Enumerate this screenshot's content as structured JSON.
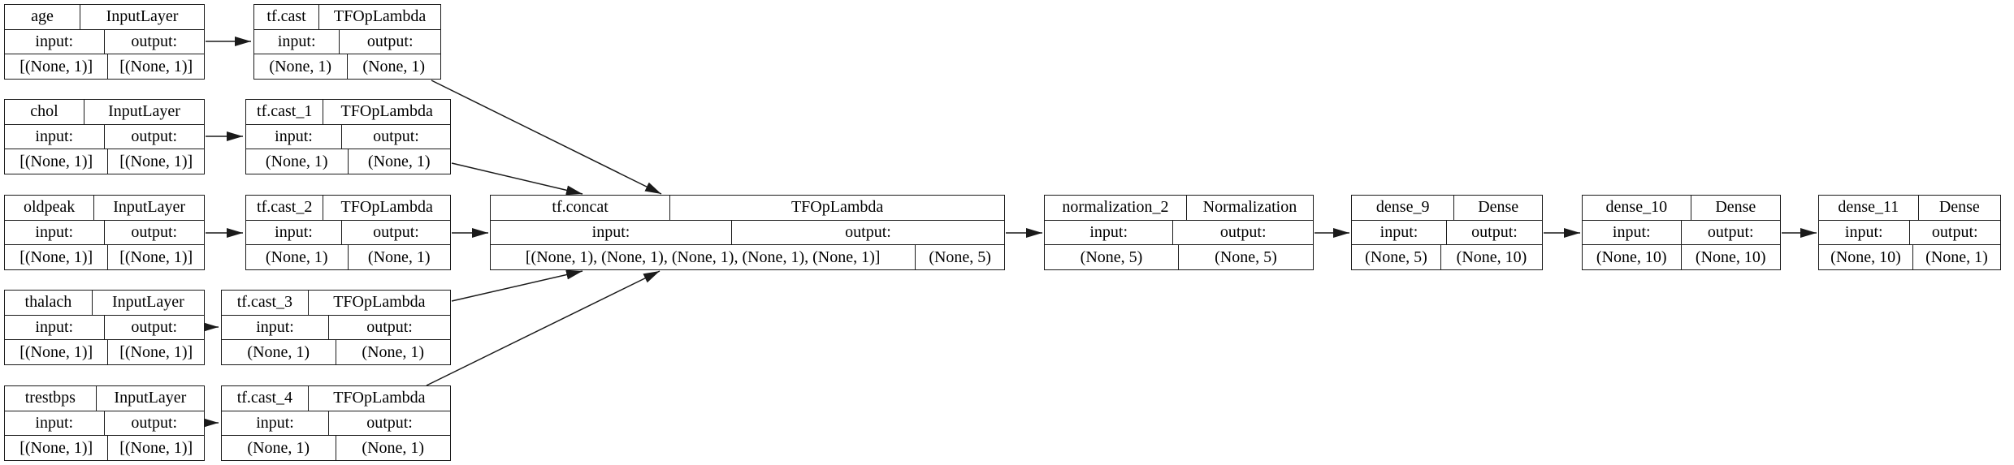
{
  "diagram": {
    "kind": "keras-model-architecture-plot",
    "labels": {
      "input": "input:",
      "output": "output:"
    },
    "colors": {
      "border": "#1a1a1a",
      "background": "#ffffff",
      "text": "#000000"
    },
    "nodes": [
      {
        "id": "age",
        "name": "age",
        "class_name": "InputLayer",
        "input_shape": "[(None, 1)]",
        "output_shape": "[(None, 1)]"
      },
      {
        "id": "tf.cast",
        "name": "tf.cast",
        "class_name": "TFOpLambda",
        "input_shape": "(None, 1)",
        "output_shape": "(None, 1)"
      },
      {
        "id": "chol",
        "name": "chol",
        "class_name": "InputLayer",
        "input_shape": "[(None, 1)]",
        "output_shape": "[(None, 1)]"
      },
      {
        "id": "tf.cast_1",
        "name": "tf.cast_1",
        "class_name": "TFOpLambda",
        "input_shape": "(None, 1)",
        "output_shape": "(None, 1)"
      },
      {
        "id": "oldpeak",
        "name": "oldpeak",
        "class_name": "InputLayer",
        "input_shape": "[(None, 1)]",
        "output_shape": "[(None, 1)]"
      },
      {
        "id": "tf.cast_2",
        "name": "tf.cast_2",
        "class_name": "TFOpLambda",
        "input_shape": "(None, 1)",
        "output_shape": "(None, 1)"
      },
      {
        "id": "thalach",
        "name": "thalach",
        "class_name": "InputLayer",
        "input_shape": "[(None, 1)]",
        "output_shape": "[(None, 1)]"
      },
      {
        "id": "tf.cast_3",
        "name": "tf.cast_3",
        "class_name": "TFOpLambda",
        "input_shape": "(None, 1)",
        "output_shape": "(None, 1)"
      },
      {
        "id": "trestbps",
        "name": "trestbps",
        "class_name": "InputLayer",
        "input_shape": "[(None, 1)]",
        "output_shape": "[(None, 1)]"
      },
      {
        "id": "tf.cast_4",
        "name": "tf.cast_4",
        "class_name": "TFOpLambda",
        "input_shape": "(None, 1)",
        "output_shape": "(None, 1)"
      },
      {
        "id": "tf.concat",
        "name": "tf.concat",
        "class_name": "TFOpLambda",
        "input_shape": "[(None, 1), (None, 1), (None, 1), (None, 1), (None, 1)]",
        "output_shape": "(None, 5)"
      },
      {
        "id": "normalization_2",
        "name": "normalization_2",
        "class_name": "Normalization",
        "input_shape": "(None, 5)",
        "output_shape": "(None, 5)"
      },
      {
        "id": "dense_9",
        "name": "dense_9",
        "class_name": "Dense",
        "input_shape": "(None, 5)",
        "output_shape": "(None, 10)"
      },
      {
        "id": "dense_10",
        "name": "dense_10",
        "class_name": "Dense",
        "input_shape": "(None, 10)",
        "output_shape": "(None, 10)"
      },
      {
        "id": "dense_11",
        "name": "dense_11",
        "class_name": "Dense",
        "input_shape": "(None, 10)",
        "output_shape": "(None, 1)"
      }
    ],
    "edges": [
      {
        "from": "age",
        "to": "tf.cast"
      },
      {
        "from": "chol",
        "to": "tf.cast_1"
      },
      {
        "from": "oldpeak",
        "to": "tf.cast_2"
      },
      {
        "from": "thalach",
        "to": "tf.cast_3"
      },
      {
        "from": "trestbps",
        "to": "tf.cast_4"
      },
      {
        "from": "tf.cast",
        "to": "tf.concat"
      },
      {
        "from": "tf.cast_1",
        "to": "tf.concat"
      },
      {
        "from": "tf.cast_2",
        "to": "tf.concat"
      },
      {
        "from": "tf.cast_3",
        "to": "tf.concat"
      },
      {
        "from": "tf.cast_4",
        "to": "tf.concat"
      },
      {
        "from": "tf.concat",
        "to": "normalization_2"
      },
      {
        "from": "normalization_2",
        "to": "dense_9"
      },
      {
        "from": "dense_9",
        "to": "dense_10"
      },
      {
        "from": "dense_10",
        "to": "dense_11"
      }
    ]
  }
}
